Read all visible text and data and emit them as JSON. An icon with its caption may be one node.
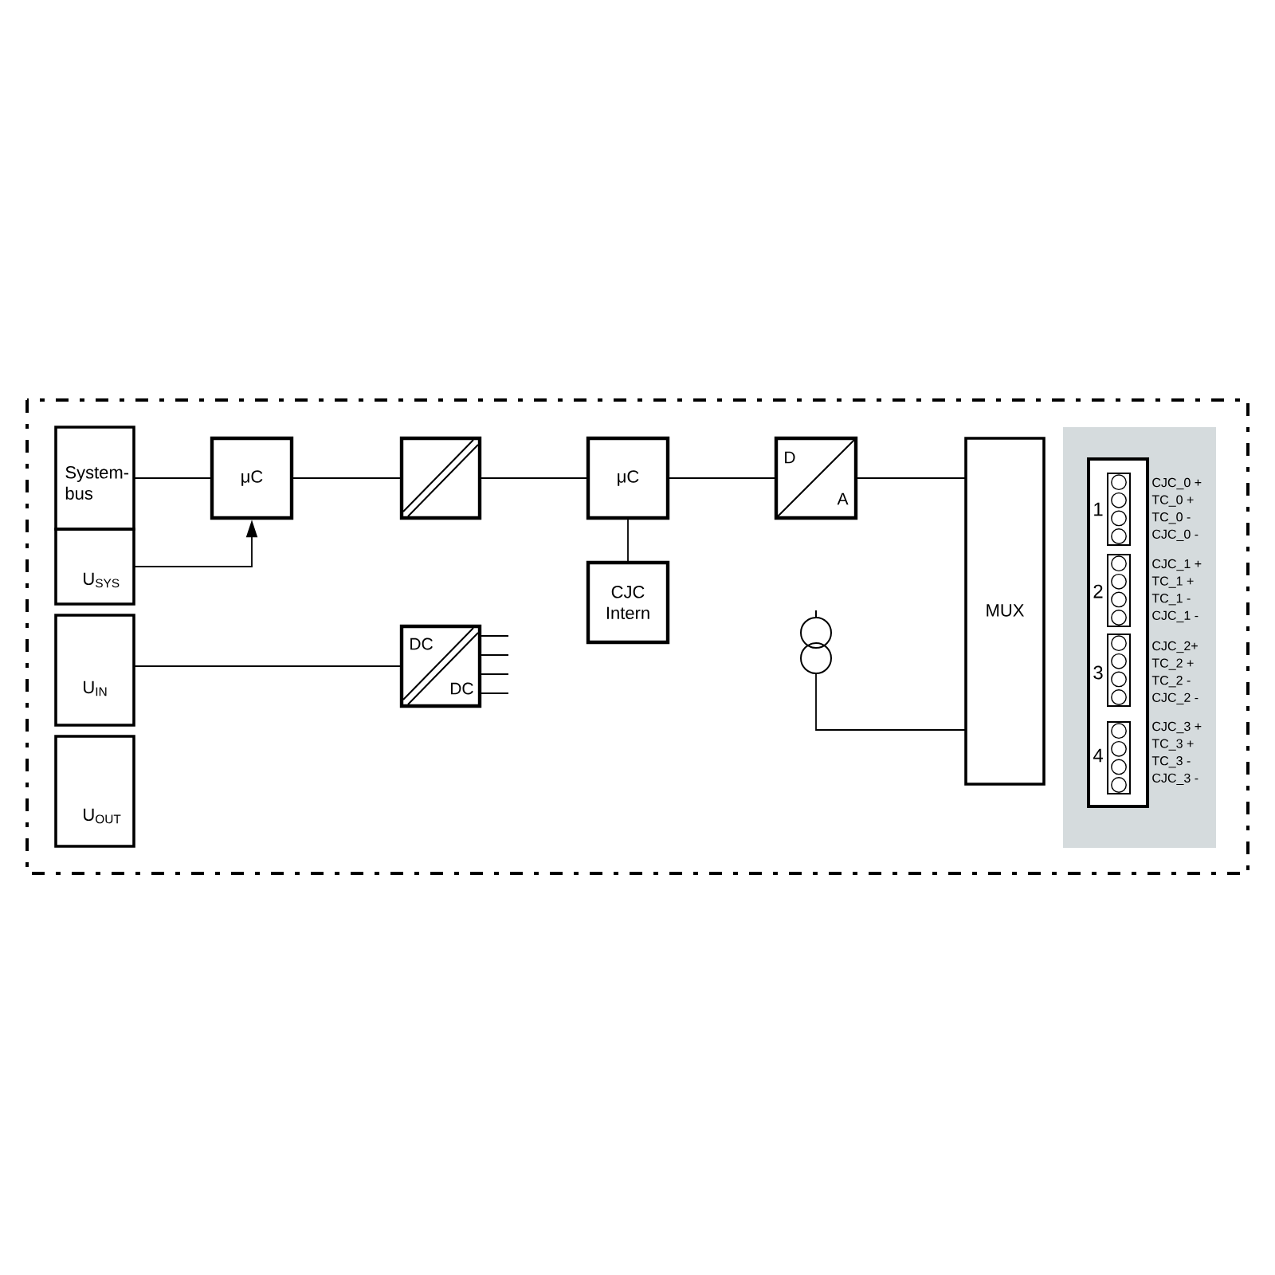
{
  "diagram": {
    "nodes": [
      {
        "text": [
          "System- bus"
        ]
      },
      {
        "text": [
          "U$_{SYS}$"
        ]
      },
      {
        "text": [
          "U$_{IN}$"
        ]
      },
      {
        "text": [
          "U$_{OUT}$"
        ]
      },
      {
        "text": [
          "μC"
        ]
      },
      {
        "text": [],
        "shape": "box"
      },
      {
        "text": [
          "μC"
        ]
      },
      {
        "text": [
          "CJC Intern"
        ]
      },
      {
        "text": [
          "DC",
          "DC"
        ]
      },
      {
        "text": [
          "D",
          "A"
        ]
      },
      {
        "text": [],
        "shape": "circle"
      },
      {
        "text": [
          "MUX"
        ]
      },
      {
        "text": [
          "CJC_0 +",
          "TC_0 +",
          "TC_0 -",
          "CJC_0 -",
          "CJC_1 +",
          "TC_1 +",
          "TC_1 -",
          "CJC_1 -",
          "CJC_2+",
          "TC_2 +",
          "TC_2 -",
          "CJC_2 -",
          "CJC_3 +",
          "TC_3 +",
          "TC_3 -",
          "CJC_3 -"
        ]
      },
      {
        "text": [
          "1",
          "2",
          "3",
          "4"
        ],
        "in": 12
      }
    ],
    "edges": [
      {
        "from": 0,
        "to": 4,
        "arrow": "none"
      },
      {
        "from": 1,
        "to": 4,
        "arrow": "to"
      },
      {
        "from": 2,
        "to": 8,
        "arrow": "none"
      },
      {
        "from": 4,
        "to": 5,
        "arrow": "none"
      },
      {
        "from": 5,
        "to": 6,
        "arrow": "none"
      },
      {
        "from": 6,
        "to": 7,
        "arrow": "none"
      },
      {
        "from": 6,
        "to": 9,
        "arrow": "none"
      },
      {
        "from": 9,
        "to": 11,
        "arrow": "none"
      },
      {
        "from": 10,
        "to": 11,
        "arrow": "none"
      },
      {
        "from": 8,
        "to": null,
        "arrow": "none"
      },
      {
        "from": 8,
        "to": null,
        "arrow": "none"
      },
      {
        "from": 8,
        "to": null,
        "arrow": "none"
      },
      {
        "from": 8,
        "to": null,
        "arrow": "none"
      }
    ]
  }
}
